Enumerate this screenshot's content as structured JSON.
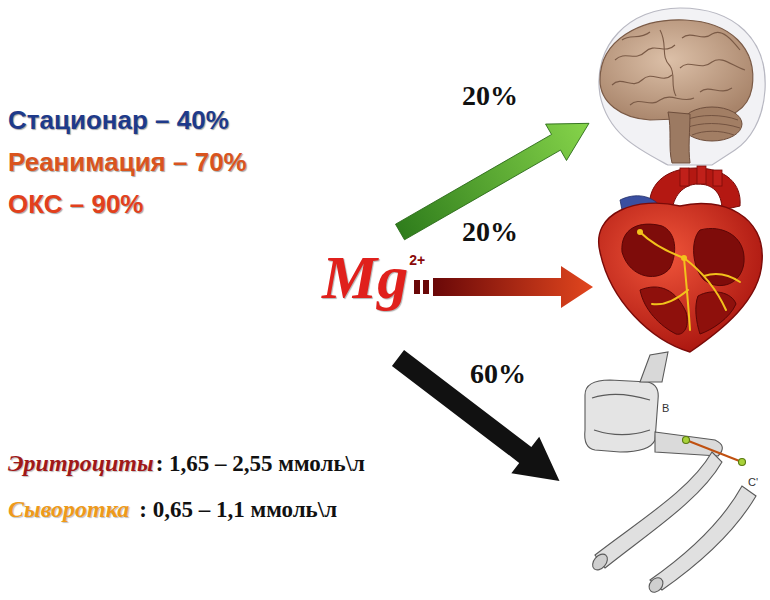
{
  "diagram": {
    "labels": [
      "Стационар – 40%",
      "Реанимация – 70%",
      "ОКС – 90%",
      "20%",
      "20%",
      "Mg",
      "2+",
      "60%",
      "Эритроциты",
      ": 1,65 – 2,55 ммоль\\л",
      "Сыворотка",
      ": 0,65 – 1,1 ммоль\\л",
      "B",
      "C'"
    ]
  }
}
